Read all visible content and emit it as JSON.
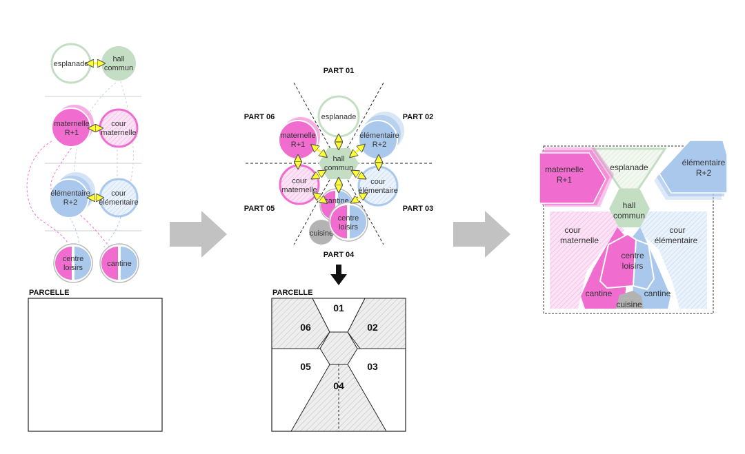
{
  "colors": {
    "pink": "#f06ccf",
    "pink_light": "#f7d3ef",
    "blue": "#a9c8ec",
    "blue_light": "#dce9f7",
    "green": "#c4dec4",
    "green_light": "#e8f2e6",
    "grey": "#b3b3b3",
    "arrow_yellow": "#ffff33",
    "big_arrow": "#c2c2c2"
  },
  "left": {
    "esplanade": "esplanade",
    "hall_1": "hall",
    "hall_2": "commun",
    "mat_1": "maternelle",
    "mat_2": "R+1",
    "cour_m_1": "cour",
    "cour_m_2": "maternelle",
    "elem_1": "élémentaire",
    "elem_2": "R+2",
    "cour_e_1": "cour",
    "cour_e_2": "élémentaire",
    "centre_1": "centre",
    "centre_2": "loisirs",
    "cantine": "cantine",
    "parcelle": "PARCELLE"
  },
  "middle": {
    "part01": "PART 01",
    "part02": "PART 02",
    "part03": "PART 03",
    "part04": "PART 04",
    "part05": "PART 05",
    "part06": "PART 06",
    "esplanade": "esplanade",
    "mat_1": "maternelle",
    "mat_2": "R+1",
    "elem_1": "élémentaire",
    "elem_2": "R+2",
    "hall_1": "hall",
    "hall_2": "commun",
    "cour_m_1": "cour",
    "cour_m_2": "maternelle",
    "cour_e_1": "cour",
    "cour_e_2": "élémentaire",
    "cantine": "cantine",
    "centre_1": "centre",
    "centre_2": "loisirs",
    "cuisine": "cuisine",
    "parcelle": "PARCELLE",
    "z01": "01",
    "z02": "02",
    "z03": "03",
    "z04": "04",
    "z05": "05",
    "z06": "06"
  },
  "right": {
    "mat_1": "maternelle",
    "mat_2": "R+1",
    "esplanade": "esplanade",
    "elem_1": "élémentaire",
    "elem_2": "R+2",
    "hall_1": "hall",
    "hall_2": "commun",
    "cour_m_1": "cour",
    "cour_m_2": "maternelle",
    "cour_e_1": "cour",
    "cour_e_2": "élémentaire",
    "centre_1": "centre",
    "centre_2": "loisirs",
    "cantine_1": "cantine",
    "cantine_2": "cantine",
    "cuisine": "cuisine"
  }
}
